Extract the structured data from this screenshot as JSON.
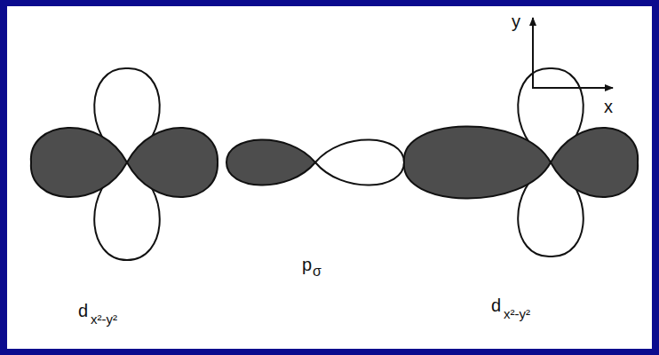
{
  "diagram": {
    "labels": [
      "d",
      "x²-y²",
      "p",
      "σ",
      "d",
      "x²-y²",
      "y",
      "x"
    ]
  }
}
